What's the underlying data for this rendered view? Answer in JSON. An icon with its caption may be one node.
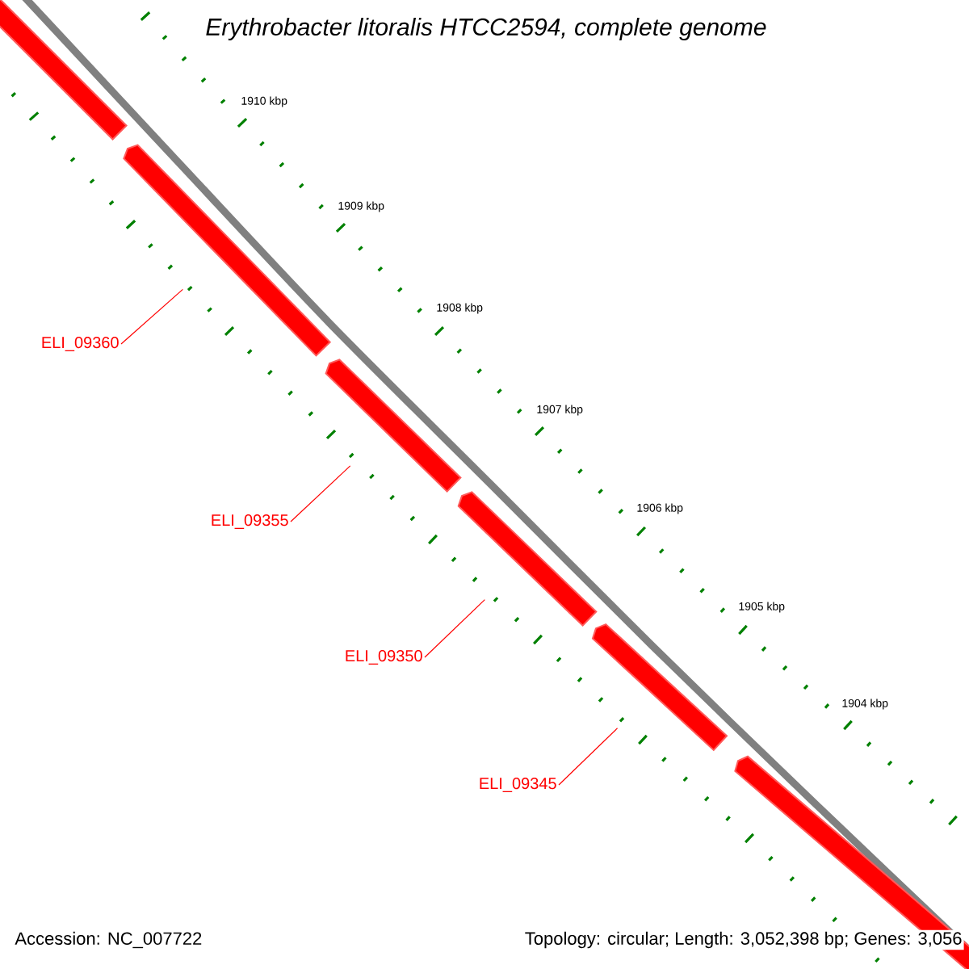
{
  "diagram": {
    "title": "Erythrobacter litoralis HTCC2594, complete genome",
    "nodes": [
      {
        "text": [],
        "shape": "arrow"
      },
      {
        "text": [],
        "shape": "arrow"
      },
      {
        "text": [],
        "shape": "arrow"
      },
      {
        "text": [],
        "shape": "arrow"
      },
      {
        "text": [],
        "shape": "arrow"
      },
      {
        "text": [],
        "shape": "arrow"
      },
      {
        "text": [
          "ELI_09360"
        ]
      },
      {
        "text": [
          "ELI_09355"
        ]
      },
      {
        "text": [
          "ELI_09350"
        ]
      },
      {
        "text": [
          "ELI_09345"
        ]
      }
    ],
    "edges": [
      {
        "from": 6,
        "to": 1,
        "arrow": "none"
      },
      {
        "from": 7,
        "to": 2,
        "arrow": "none"
      },
      {
        "from": 8,
        "to": 3,
        "arrow": "none"
      },
      {
        "from": 9,
        "to": 4,
        "arrow": "none"
      }
    ],
    "labels": [
      "1910 kbp",
      "1909 kbp",
      "1908 kbp",
      "1907 kbp",
      "1906 kbp",
      "1905 kbp",
      "1904 kbp",
      "Accession: NC_007722",
      "Topology: circular; Length: 3,052,398 bp; Genes: 3,056"
    ]
  }
}
